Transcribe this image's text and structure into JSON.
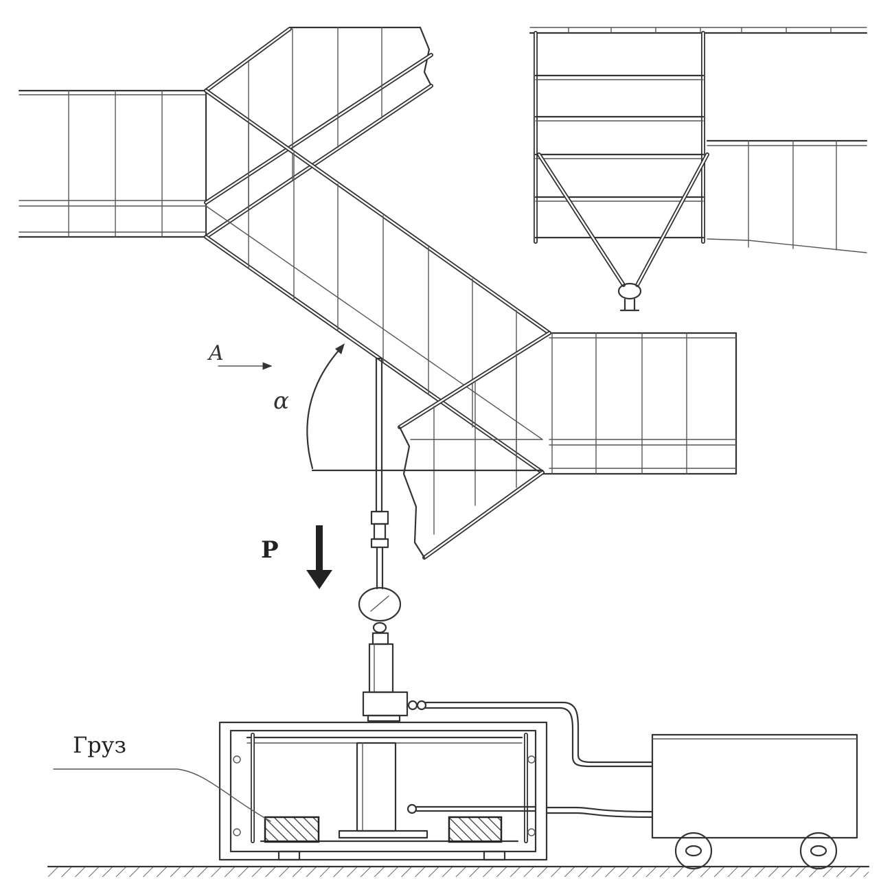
{
  "labels": {
    "view_marker": "A",
    "angle_symbol": "α",
    "force_label": "P",
    "load_label": "Груз"
  },
  "colors": {
    "ink": "#333333",
    "paper": "#ffffff",
    "arrow": "#222222"
  }
}
